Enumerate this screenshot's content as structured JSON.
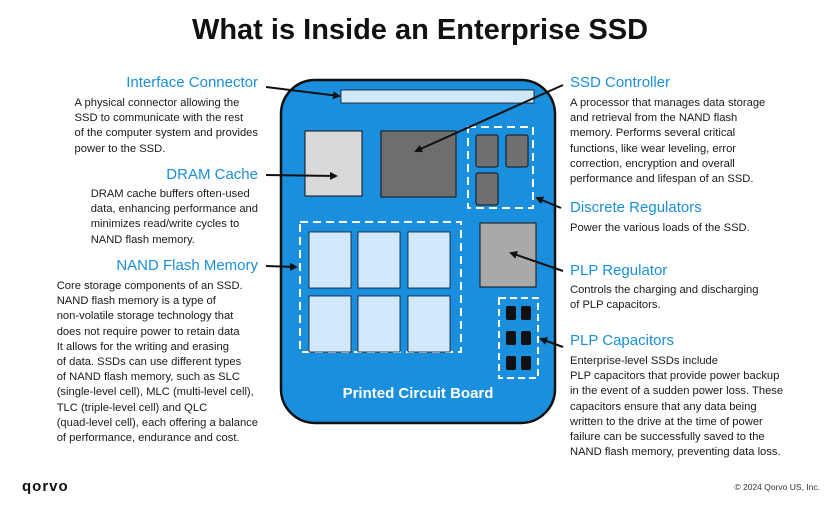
{
  "title": "What is Inside an Enterprise SSD",
  "board_label": "Printed Circuit Board",
  "colors": {
    "accent": "#1b8fd8",
    "board": "#1a8fde",
    "board_border": "#111111",
    "nand_chip": "#cfe8fa",
    "dram_chip": "#d9d9d9",
    "controller_chip": "#6e6e6e",
    "regulator_chip": "#707070",
    "plp_regulator_chip": "#a9a9a9",
    "capacitor": "#111111"
  },
  "left": [
    {
      "heading": "Interface Connector",
      "lines": [
        "A physical connector allowing the",
        "SSD to communicate with the rest",
        "of the computer system and provides",
        "power to the SSD."
      ]
    },
    {
      "heading": "DRAM Cache",
      "lines": [
        "DRAM cache buffers often-used",
        "data, enhancing performance and",
        "minimizes read/write cycles to",
        "NAND flash memory."
      ]
    },
    {
      "heading": "NAND Flash Memory",
      "lines": [
        "Core storage components of an SSD.",
        "NAND flash memory is a type of",
        "non-volatile storage technology that",
        "does not require power to retain data",
        "It allows for the writing and erasing",
        "of data. SSDs can use different types",
        "of NAND flash memory, such as SLC",
        "(single-level cell), MLC (multi-level cell),",
        "TLC (triple-level cell) and QLC",
        "(quad-level cell), each offering a balance",
        "of performance, endurance and cost."
      ]
    }
  ],
  "right": [
    {
      "heading": "SSD Controller",
      "lines": [
        "A processor that manages data storage",
        "and retrieval from the NAND flash",
        "memory.  Performs several critical",
        "functions, like wear leveling, error",
        "correction, encryption and overall",
        "performance and lifespan of an SSD."
      ]
    },
    {
      "heading": "Discrete Regulators",
      "lines": [
        "Power the various loads of the SSD."
      ]
    },
    {
      "heading": "PLP Regulator",
      "lines": [
        "Controls the charging and discharging",
        "of PLP capacitors."
      ]
    },
    {
      "heading": "PLP Capacitors",
      "lines": [
        "Enterprise-level SSDs include",
        "PLP capacitors that provide power backup",
        "in the event of a sudden power loss. These",
        "capacitors ensure that any data being",
        "written to the drive at the time of power",
        "failure can be successfully saved to the",
        "NAND flash memory, preventing data loss."
      ]
    }
  ],
  "logo": "qorvo",
  "copyright": "© 2024 Qorvo US, Inc."
}
